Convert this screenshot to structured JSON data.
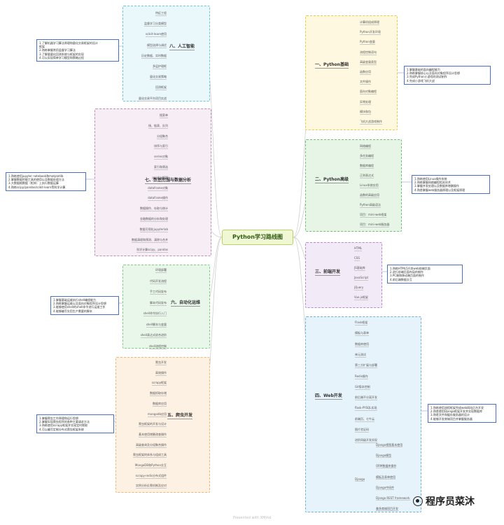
{
  "mindmap": {
    "center": "Python学习路线图",
    "footer": "Presented with XMind",
    "brand": "程序员菜沐",
    "branches": {
      "ai": {
        "title": "八、人工智能",
        "items": [
          "特征工程",
          "监督学习分类模型",
          "scikit-learn使用",
          "模型选择与调优",
          "历史数据、实时数据",
          "多层护理框",
          "量化交易策略",
          "回测框架",
          "量化交易平台项目实战"
        ],
        "notes": [
          "1.了解机器学习算法原理和量化交易框架的设计",
          "框架",
          "2.熟练掌握常用监督学习算法",
          "3.了解量量化回测系统与框架的实现",
          "4.可以实现简单学习模型和策略过程"
        ]
      },
      "da": {
        "title": "七、数据挖掘与数据分析",
        "items": [
          "搜索单",
          "栈、链表、队列",
          "分组聚合",
          "排序与索引",
          "series对象",
          "索引和筛选",
          "pandas框架",
          "dataframe对象",
          "dataframe操作",
          "数据操作、存取与统计",
          "金融数据的分析和处理",
          "数据可视化jupyterlab",
          "数据清理和预测、清除与合并",
          "科学计算scipy、pandas"
        ],
        "notes": [
          "1.熟练使用jupyter notebook和matplotlib",
          "2.掌握数据挖掘工具的使用以及数据处理方法",
          "3.大数据格数据（矩阵）上执行数据运算",
          "4.熟练scipy/pandas/scikit-learn等科学计算"
        ]
      },
      "ops": {
        "title": "六、自动化运维",
        "items": [
          "环境部署",
          "代码开发流程",
          "手工代码发布",
          "脚本代码发布",
          "shell命令执行入门",
          "shell脚本与变量",
          "shell表达式综合进阶",
          "shell流程控制"
        ],
        "notes": [
          "1.掌握基础运维执行shell编程能力",
          "2.熟练掌握运维以及面向对象程序设计思想",
          "3.能够使用shell的shell命令进行运维工作",
          "4.能够编写实用生产需要的脚本"
        ]
      },
      "spd": {
        "title": "五、爬虫开发",
        "items": [
          "爬虫开发",
          "高效操作",
          "scrapy框架",
          "数据抓取存储",
          "数据库应用",
          "mongodb应用",
          "爬虫框架的开发与设计",
          "基本使用增删改查操作",
          "高级查询及分组聚合操作",
          "爬虫框架的体系与组成工具",
          "MongoDB和Python交互",
          "scrapy-redis分布式组件",
          "实例分析反爬机制及应对"
        ],
        "notes": [
          "1.掌握爬虫工作原理和运行思想",
          "2.掌握实现爬虫程序的各种主要请求方法",
          "3.熟练使用scrapy框架并实现定时爬取",
          "4.可以编写定制分布式爬虫框架系统"
        ]
      },
      "py1": {
        "title": "一、Python基础",
        "items": [
          "计算机组成原理",
          "Python开发环境",
          "Python变量",
          "流程控制语句",
          "高级变量类型",
          "函数应用",
          "文件操作",
          "面向对象编程",
          "异常处理",
          "模块和包",
          "飞机大战游戏制作"
        ],
        "notes": [
          "1.掌握基础的面向编程能力",
          "2.熟练掌握核心以及面向对象程序设计思想",
          "3.完成Python小游戏的测试制作",
          "4.完成小游戏飞机大战"
        ]
      },
      "py2": {
        "title": "二、Python高级",
        "items": [
          "网络编程",
          "多任务编程",
          "数据库编程",
          "正则表达式",
          "Linux系统应用",
          "函数的高级应用",
          "Python高级语法",
          "项目：mini-web框架",
          "项目：mini-web服务器"
        ],
        "notes": [
          "1.熟练使用Linux操作系统",
          "2.熟练掌握网络编程相关技术",
          "3.掌握并发处理以及数据库增删操作",
          "4.熟悉掌握web服务器原理以及框架原理"
        ]
      },
      "fe": {
        "title": "三、前端开发",
        "items": [
          "HTML",
          "CSS",
          "JS基础库",
          "JavaScript",
          "jQuery",
          "Vue.js框架"
        ],
        "notes": [
          "1.熟练HTML5开发web前端页面",
          "2.进行前端页面布局的制作",
          "3.PC端和移动端页面的制作",
          "4.前后端数据交互"
        ]
      },
      "web": {
        "title": "四、Web开发",
        "items": [
          "Flask框架",
          "模板与表单",
          "数据库使用",
          "单元测试",
          "第三方扩展与部署",
          "Redis操作",
          "Git版本控制",
          "前后端不分离开发",
          "flask-PYSQL实现",
          "前端页、七牛云",
          "图片验证码",
          "进阶同级开发实现"
        ],
        "django": {
          "label": "Django",
          "items": [
            "Django视图基本使用",
            "Django模型",
            "ORM数据库操作",
            "模板及表单使用",
            "Django中间件",
            "Django REST framework",
            "美多商城项目开发"
          ]
        },
        "notes": [
          "1.熟练使用流程框架完成web网站后台开发",
          "2.熟悉使用Django框架开发并实现数据库",
          "3.熟悉文件和缓存服务器的设计",
          "4.能够开发商城项目并掌握服务器"
        ]
      }
    }
  }
}
